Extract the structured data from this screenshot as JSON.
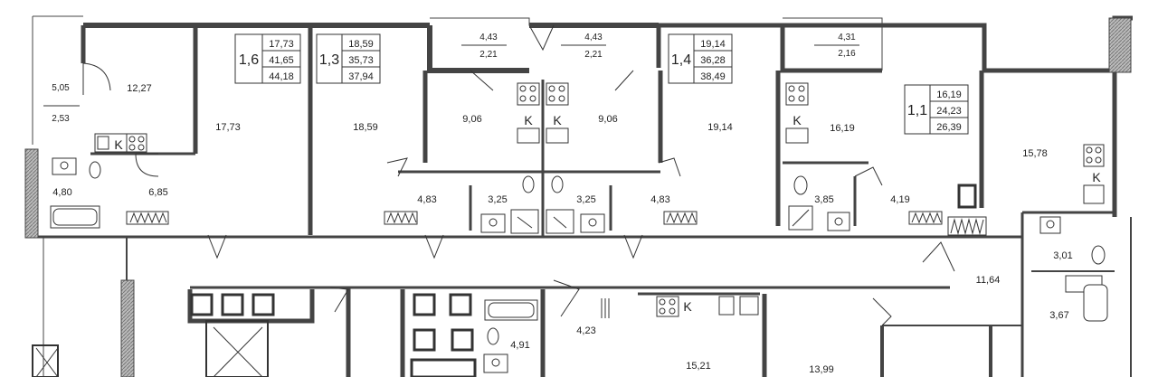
{
  "rooms": [
    {
      "id": "b1",
      "value": "5,05"
    },
    {
      "id": "b1b",
      "value": "2,53"
    },
    {
      "id": "r1",
      "value": "12,27"
    },
    {
      "id": "r2",
      "value": "17,73"
    },
    {
      "id": "r3",
      "value": "18,59"
    },
    {
      "id": "b2",
      "value": "4,43"
    },
    {
      "id": "b2b",
      "value": "2,21"
    },
    {
      "id": "b3",
      "value": "4,43"
    },
    {
      "id": "b3b",
      "value": "2,21"
    },
    {
      "id": "r4",
      "value": "9,06"
    },
    {
      "id": "r5",
      "value": "9,06"
    },
    {
      "id": "r6",
      "value": "19,14"
    },
    {
      "id": "b4",
      "value": "4,31"
    },
    {
      "id": "b4b",
      "value": "2,16"
    },
    {
      "id": "r7",
      "value": "16,19"
    },
    {
      "id": "r8",
      "value": "15,78"
    },
    {
      "id": "r9",
      "value": "4,80"
    },
    {
      "id": "r10",
      "value": "6,85"
    },
    {
      "id": "r11",
      "value": "4,83"
    },
    {
      "id": "r12",
      "value": "3,25"
    },
    {
      "id": "r13",
      "value": "3,25"
    },
    {
      "id": "r14",
      "value": "4,83"
    },
    {
      "id": "r15",
      "value": "3,85"
    },
    {
      "id": "r16",
      "value": "4,19"
    },
    {
      "id": "r17",
      "value": "3,01"
    },
    {
      "id": "r18",
      "value": "11,64"
    },
    {
      "id": "r19",
      "value": "3,67"
    },
    {
      "id": "r20",
      "value": "4,91"
    },
    {
      "id": "r21",
      "value": "4,23"
    },
    {
      "id": "r22",
      "value": "15,21"
    },
    {
      "id": "r23",
      "value": "13,99"
    }
  ],
  "apartments": [
    {
      "id": "a1",
      "type": "1,6",
      "living": "17,73",
      "total": "41,65",
      "with_balcony": "44,18"
    },
    {
      "id": "a2",
      "type": "1,3",
      "living": "18,59",
      "total": "35,73",
      "with_balcony": "37,94"
    },
    {
      "id": "a3",
      "type": "1,4",
      "living": "19,14",
      "total": "36,28",
      "with_balcony": "38,49"
    },
    {
      "id": "a4",
      "type": "1,1",
      "living": "16,19",
      "total": "24,23",
      "with_balcony": "26,39"
    }
  ],
  "kitchen_mark": "K",
  "colors": {
    "wall": "#555555",
    "line": "#333333",
    "background": "#ffffff"
  }
}
